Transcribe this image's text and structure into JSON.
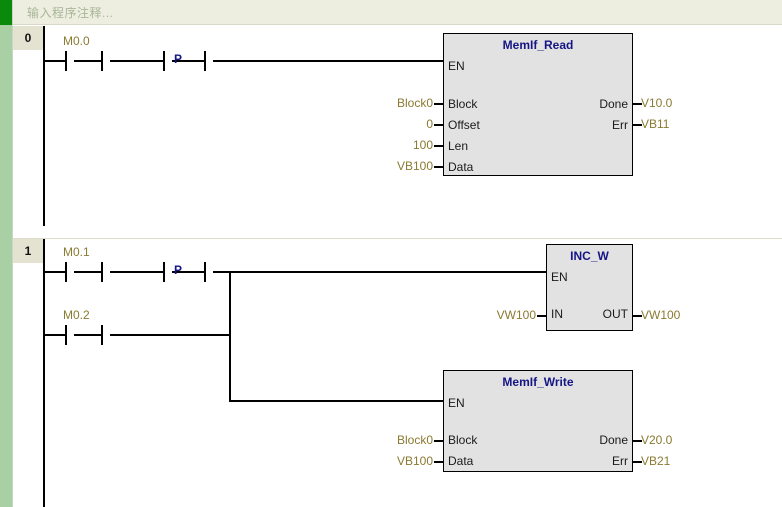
{
  "editor": {
    "comment_placeholder": "输入程序注释...",
    "colors": {
      "operand": "#8a7a32",
      "block_title": "#151585",
      "block_fill": "#e2e2e2",
      "gutter_green": "#a9cfa4",
      "gutter_active": "#0a8a0a",
      "comment_bar": "#edeee0",
      "net_number_cell": "#e4e3d2"
    }
  },
  "networks": [
    {
      "number": "0",
      "rungs": [
        {
          "contacts": [
            {
              "type": "no-contact",
              "operand": "M0.0"
            },
            {
              "type": "no-contact",
              "operand": ""
            },
            {
              "type": "positive-edge",
              "operand": "P"
            }
          ]
        }
      ],
      "blocks": [
        {
          "name": "MemIf_Read",
          "enable_pin": "EN",
          "inputs": [
            {
              "pin": "Block",
              "value": "Block0"
            },
            {
              "pin": "Offset",
              "value": "0"
            },
            {
              "pin": "Len",
              "value": "100"
            },
            {
              "pin": "Data",
              "value": "VB100"
            }
          ],
          "outputs": [
            {
              "pin": "Done",
              "value": "V10.0"
            },
            {
              "pin": "Err",
              "value": "VB11"
            }
          ]
        }
      ]
    },
    {
      "number": "1",
      "rungs": [
        {
          "contacts": [
            {
              "type": "no-contact",
              "operand": "M0.1"
            },
            {
              "type": "no-contact",
              "operand": ""
            },
            {
              "type": "positive-edge",
              "operand": "P"
            }
          ]
        },
        {
          "contacts": [
            {
              "type": "no-contact",
              "operand": "M0.2"
            },
            {
              "type": "no-contact",
              "operand": ""
            }
          ]
        }
      ],
      "blocks": [
        {
          "name": "INC_W",
          "enable_pin": "EN",
          "inputs": [
            {
              "pin": "IN",
              "value": "VW100"
            }
          ],
          "outputs": [
            {
              "pin": "OUT",
              "value": "VW100"
            }
          ]
        },
        {
          "name": "MemIf_Write",
          "enable_pin": "EN",
          "inputs": [
            {
              "pin": "Block",
              "value": "Block0"
            },
            {
              "pin": "Data",
              "value": "VB100"
            }
          ],
          "outputs": [
            {
              "pin": "Done",
              "value": "V20.0"
            },
            {
              "pin": "Err",
              "value": "VB21"
            }
          ]
        }
      ]
    }
  ]
}
